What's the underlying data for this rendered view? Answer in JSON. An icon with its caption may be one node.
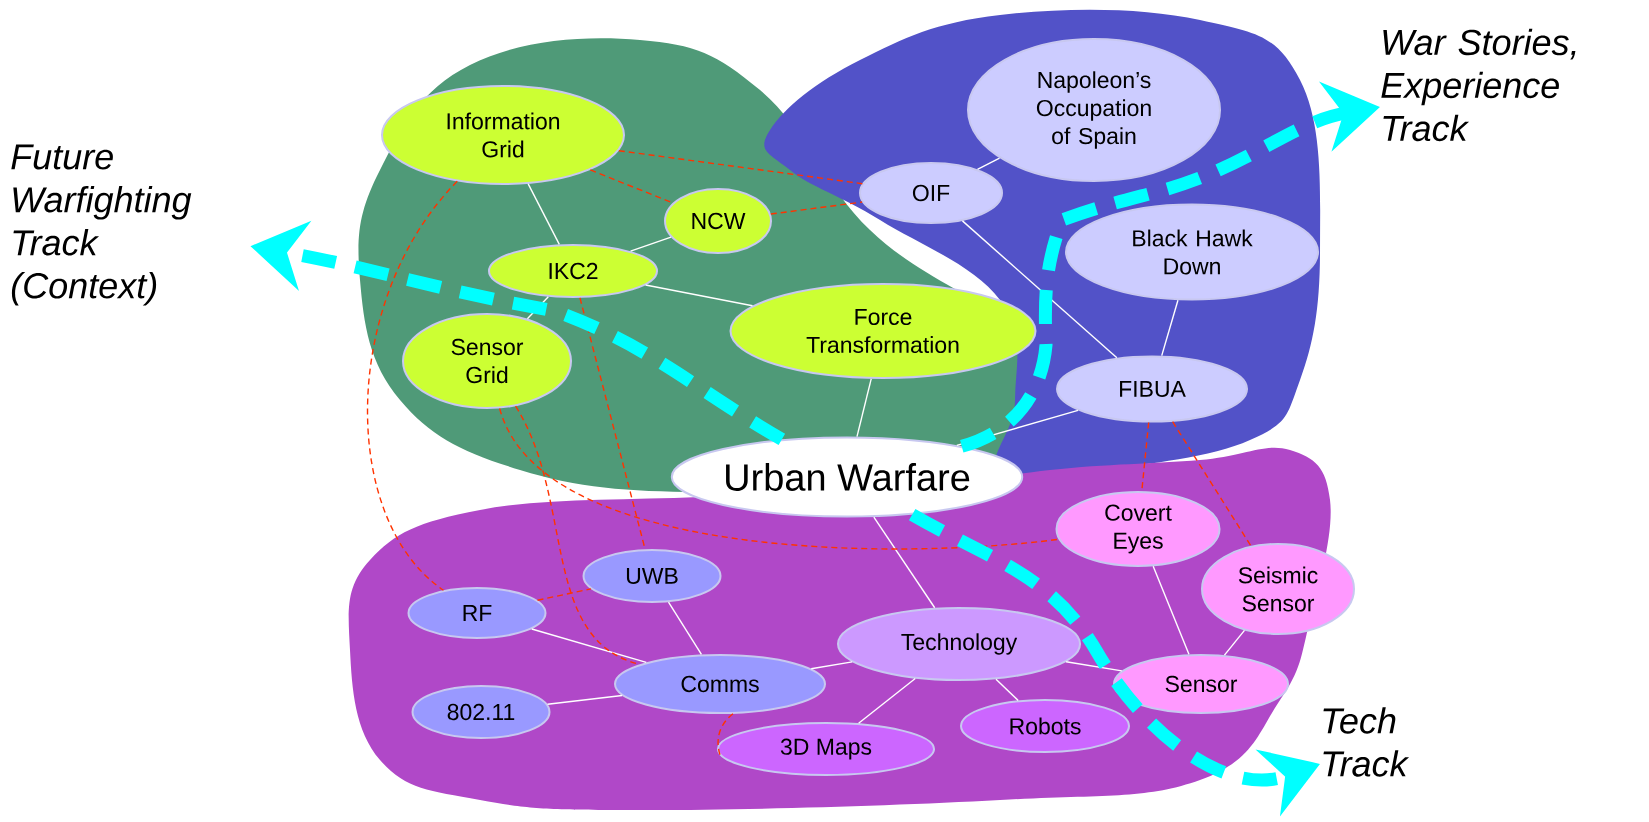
{
  "diagram": {
    "nodes": [
      {
        "text": [
          "War Stories, Experience Track"
        ]
      },
      {
        "text": [
          "Information Grid"
        ]
      },
      {
        "text": [
          "Napoleon’s Occupation of Spain"
        ]
      },
      {
        "text": [
          "Future Warfighting Track (Context)"
        ]
      },
      {
        "text": [
          "OIF"
        ]
      },
      {
        "text": [
          "NCW"
        ]
      },
      {
        "text": [
          "Black Hawk Down"
        ]
      },
      {
        "text": [
          "IKC2"
        ]
      },
      {
        "text": [
          "Force Transformation"
        ]
      },
      {
        "text": [
          "Sensor Grid"
        ]
      },
      {
        "text": [
          "FIBUA"
        ]
      },
      {
        "text": [
          "Urban Warfare"
        ]
      },
      {
        "text": [
          "Covert Eyes"
        ]
      },
      {
        "text": [
          "UWB"
        ]
      },
      {
        "text": [
          "Seismic Sensor"
        ]
      },
      {
        "text": [
          "RF"
        ]
      },
      {
        "text": [
          "Technology"
        ]
      },
      {
        "text": [
          "Comms"
        ]
      },
      {
        "text": [
          "Sensor"
        ]
      },
      {
        "text": [
          "802.11"
        ]
      },
      {
        "text": [
          "Tech Track"
        ]
      },
      {
        "text": [
          "Robots"
        ]
      },
      {
        "text": [
          "3D Maps"
        ]
      }
    ],
    "edges": [
      {
        "from": 1,
        "to": 7,
        "arrow": "none"
      },
      {
        "from": 5,
        "to": 7,
        "arrow": "none"
      },
      {
        "from": 7,
        "to": 9,
        "arrow": "none"
      },
      {
        "from": 7,
        "to": 8,
        "arrow": "none"
      },
      {
        "from": 8,
        "to": 11,
        "arrow": "none"
      },
      {
        "from": 4,
        "to": 2,
        "arrow": "none"
      },
      {
        "from": 4,
        "to": 10,
        "arrow": "none"
      },
      {
        "from": 6,
        "to": 10,
        "arrow": "none"
      },
      {
        "from": 10,
        "to": 11,
        "arrow": "none"
      },
      {
        "from": 11,
        "to": 16,
        "arrow": "none"
      },
      {
        "from": 16,
        "to": 17,
        "arrow": "none"
      },
      {
        "from": 16,
        "to": 22,
        "arrow": "none"
      },
      {
        "from": 16,
        "to": 21,
        "arrow": "none"
      },
      {
        "from": 16,
        "to": 18,
        "arrow": "none"
      },
      {
        "from": 17,
        "to": 15,
        "arrow": "none"
      },
      {
        "from": 17,
        "to": 13,
        "arrow": "none"
      },
      {
        "from": 17,
        "to": 19,
        "arrow": "none"
      },
      {
        "from": 12,
        "to": 18,
        "arrow": "none"
      },
      {
        "from": 14,
        "to": 18,
        "arrow": "none"
      },
      {
        "from": 1,
        "to": 4,
        "arrow": "none",
        "style": "dashed",
        "color": "#ff3300"
      },
      {
        "from": 1,
        "to": 5,
        "arrow": "none",
        "style": "dashed",
        "color": "#ff3300"
      },
      {
        "from": 5,
        "to": 4,
        "arrow": "none",
        "style": "dashed",
        "color": "#ff3300"
      },
      {
        "from": 1,
        "to": 15,
        "arrow": "none",
        "style": "dashed",
        "color": "#ff3300"
      },
      {
        "from": 9,
        "to": 12,
        "arrow": "none",
        "style": "dashed",
        "color": "#ff3300"
      },
      {
        "from": 7,
        "to": 13,
        "arrow": "none",
        "style": "dashed",
        "color": "#ff3300"
      },
      {
        "from": 9,
        "to": 17,
        "arrow": "none",
        "style": "dashed",
        "color": "#ff3300"
      },
      {
        "from": 15,
        "to": 13,
        "arrow": "none",
        "style": "dashed",
        "color": "#ff3300"
      },
      {
        "from": 17,
        "to": 22,
        "arrow": "none",
        "style": "dashed",
        "color": "#ff3300"
      },
      {
        "from": 10,
        "to": 12,
        "arrow": "none",
        "style": "dashed",
        "color": "#ff3300"
      },
      {
        "from": 10,
        "to": 14,
        "arrow": "none",
        "style": "dashed",
        "color": "#ff3300"
      },
      {
        "from": 11,
        "to": 3,
        "arrow": "to",
        "style": "dashed",
        "color": "#00ffff"
      },
      {
        "from": 11,
        "to": 0,
        "arrow": "to",
        "style": "dashed",
        "color": "#00ffff"
      },
      {
        "from": 11,
        "to": 20,
        "arrow": "to",
        "style": "dashed",
        "color": "#00ffff"
      }
    ]
  }
}
